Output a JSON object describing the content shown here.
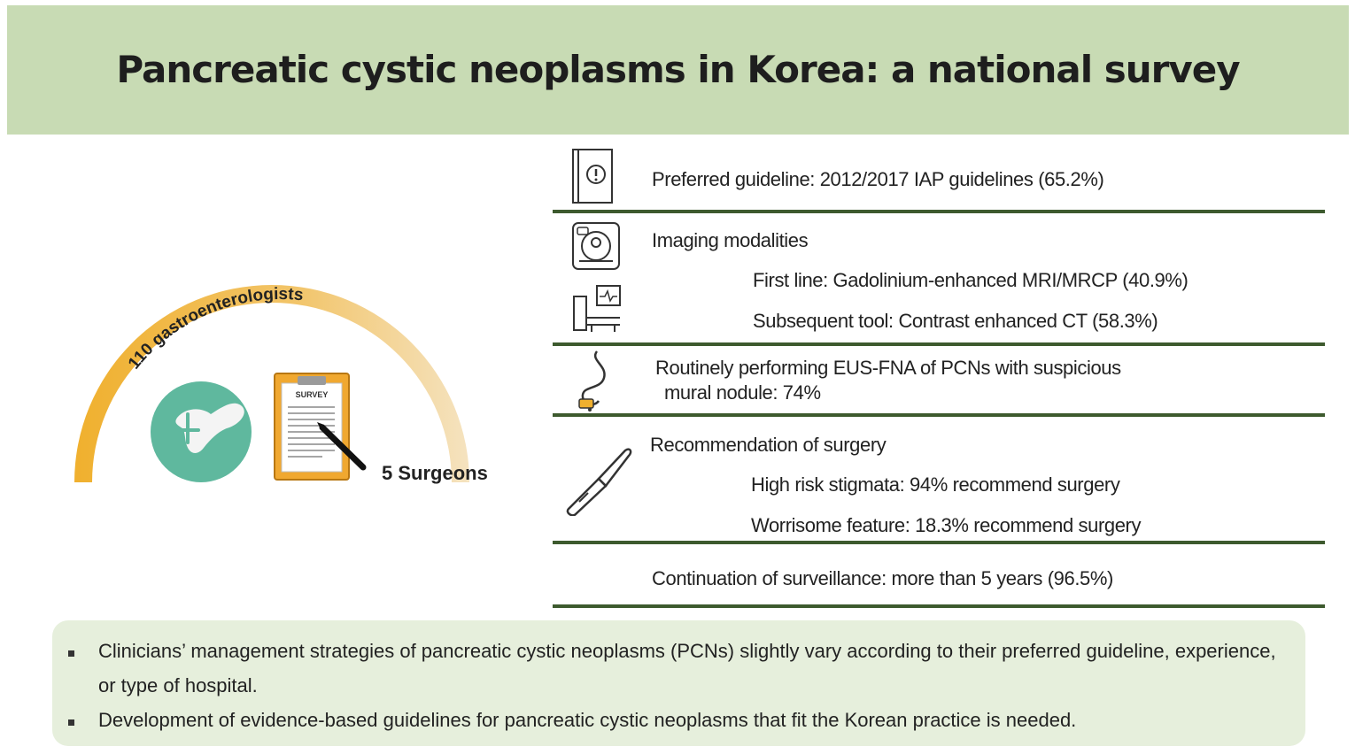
{
  "header": {
    "title": "Pancreatic cystic neoplasms in Korea: a national survey"
  },
  "participants": {
    "arc_label": "110 gastroenterologists",
    "surgeons_label": "5 Surgeons",
    "survey_sheet_label": "SURVEY"
  },
  "findings": [
    {
      "icon": "guideline-book-icon",
      "lines": [
        "Preferred guideline: 2012/2017 IAP guidelines  (65.2%)"
      ]
    },
    {
      "icon": "mri-scanner-icon",
      "heading": "Imaging modalities",
      "lines": [
        "First line: Gadolinium-enhanced MRI/MRCP (40.9%)",
        "Subsequent tool: Contrast enhanced CT (58.3%)"
      ]
    },
    {
      "icon": "endoscope-icon",
      "lines": [
        "Routinely performing EUS-FNA of PCNs with suspicious",
        "mural nodule: 74%"
      ]
    },
    {
      "icon": "scalpel-icon",
      "heading": "Recommendation of surgery",
      "lines": [
        "High risk stigmata: 94% recommend surgery",
        "Worrisome feature: 18.3% recommend surgery"
      ]
    },
    {
      "lines": [
        "Continuation of surveillance: more than 5 years (96.5%)"
      ]
    }
  ],
  "summary": [
    "Clinicians’ management strategies of pancreatic cystic neoplasms (PCNs) slightly vary according to their preferred guideline, experience, or type of hospital.",
    "Development of evidence-based guidelines for pancreatic cystic neoplasms that fit the Korean practice is needed."
  ],
  "colors": {
    "header_bg": "#c8dbb4",
    "divider": "#3d5a2e",
    "arc_strong": "#f0b02e",
    "arc_fade": "#f5e3c0",
    "pancreas_circle": "#5fb89e",
    "clipboard": "#f0a830",
    "summary_bg": "#e6efdc"
  }
}
